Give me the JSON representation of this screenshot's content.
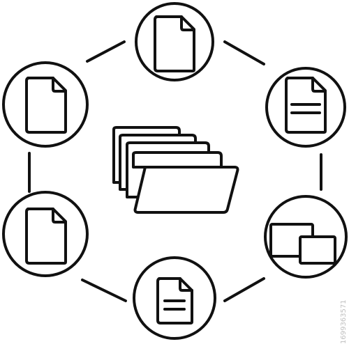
{
  "diagram": {
    "ink_color": "#111111",
    "background": "#ffffff",
    "center": {
      "icon": "folder-stack-icon"
    },
    "nodes": [
      {
        "id": "top",
        "icon": "document-icon"
      },
      {
        "id": "upper-right",
        "icon": "document-with-text-icon"
      },
      {
        "id": "lower-right",
        "icon": "windows-icon"
      },
      {
        "id": "bottom",
        "icon": "document-with-text-icon"
      },
      {
        "id": "lower-left",
        "icon": "document-icon"
      },
      {
        "id": "upper-left",
        "icon": "document-icon"
      }
    ]
  },
  "watermark": {
    "text": "1699363571"
  }
}
